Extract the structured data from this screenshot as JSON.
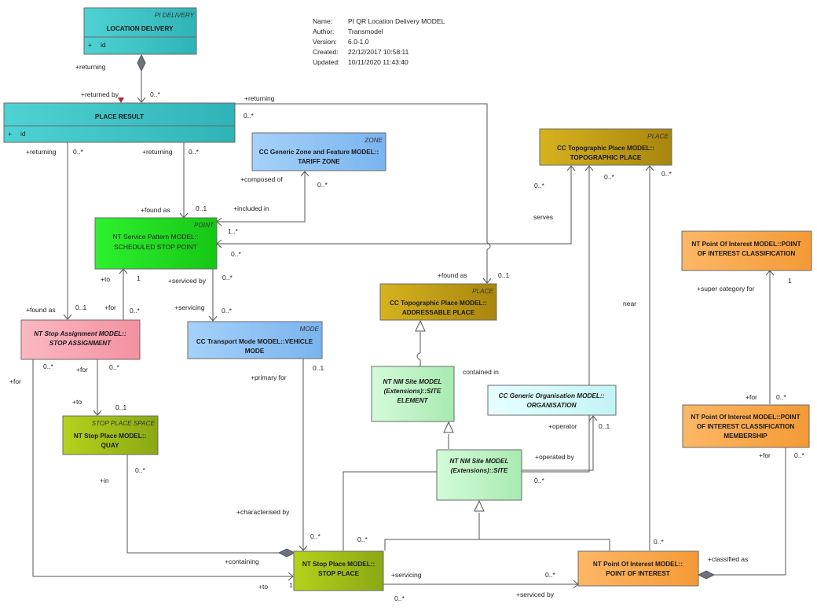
{
  "info": {
    "name_label": "Name:",
    "name": "PI QR Location Delivery MODEL",
    "author_label": "Author:",
    "author": "Transmodel",
    "version_label": "Version:",
    "version": "6.0-1.0",
    "created_label": "Created:",
    "created": "22/12/2017 10:58:11",
    "updated_label": "Updated:",
    "updated": "10/11/2020 11:43:40"
  },
  "colors": {
    "teal": "#3cc7c9",
    "blue": "#8fc3f7",
    "gold": "#c9a418",
    "green": "#1fe01f",
    "pink": "#f7a7b3",
    "olive": "#a7c21a",
    "lightgreen": "#c3f5c9",
    "lightcyan": "#d8fbfb",
    "orange": "#fbab52"
  },
  "classes": {
    "location_delivery": {
      "stereotype": "PI DELIVERY",
      "name": "LOCATION DELIVERY",
      "attr_vis": "+",
      "attr": "id"
    },
    "place_result": {
      "name": "PLACE RESULT",
      "attr_vis": "+",
      "attr": "id"
    },
    "tariff_zone": {
      "stereotype": "ZONE",
      "name1": "CC Generic Zone and Feature MODEL::",
      "name2": "TARIFF ZONE"
    },
    "topographic_place": {
      "stereotype": "PLACE",
      "name1": "CC Topographic Place MODEL::",
      "name2": "TOPOGRAPHIC PLACE"
    },
    "scheduled_stop_point": {
      "stereotype": "POINT",
      "name1": "NT Service Pattern MODEL::",
      "name2": "SCHEDULED STOP POINT"
    },
    "poi_classification": {
      "name1": "NT Point Of Interest MODEL::POINT",
      "name2": "OF INTEREST CLASSIFICATION"
    },
    "addressable_place": {
      "stereotype": "PLACE",
      "name1": "CC Topographic Place MODEL::",
      "name2": "ADDRESSABLE PLACE"
    },
    "stop_assignment": {
      "name1": "NT Stop Assignment MODEL::",
      "name2": "STOP ASSIGNMENT"
    },
    "vehicle_mode": {
      "stereotype": "MODE",
      "name1": "CC Transport Mode MODEL::VEHICLE",
      "name2": "MODE"
    },
    "site_element": {
      "name1": "NT NM Site MODEL",
      "name2": "(Extensions)::SITE",
      "name3": "ELEMENT"
    },
    "organisation": {
      "name1": "CC Generic Organisation MODEL::",
      "name2": "ORGANISATION"
    },
    "quay": {
      "stereotype": "STOP PLACE SPACE",
      "name1": "NT Stop Place MODEL::",
      "name2": "QUAY"
    },
    "site": {
      "name1": "NT NM Site MODEL",
      "name2": "(Extensions)::SITE"
    },
    "poi_classification_membership": {
      "name1": "NT Point Of Interest MODEL::POINT",
      "name2": "OF INTEREST CLASSIFICATION",
      "name3": "MEMBERSHIP"
    },
    "stop_place": {
      "name1": "NT Stop Place MODEL::",
      "name2": "STOP PLACE"
    },
    "point_of_interest": {
      "name1": "NT Point Of Interest MODEL::",
      "name2": "POINT OF INTEREST"
    }
  },
  "labels": {
    "ld_returning": "+returning",
    "pr_returned_by": "+returned by",
    "pr_mult": "0..*",
    "pr_returning_right": "+returning",
    "pr_returning_right_mult": "0..*",
    "pr_returning_left": "+returning",
    "pr_returning_left_mult": "0..*",
    "pr_returning_mid": "+returning",
    "pr_returning_mid_mult": "0..*",
    "composed_of": "+composed of",
    "tz_mult": "0..*",
    "included_in": "+included in",
    "ssp_mult_1": "1..*",
    "ssp_found_as": "+found as",
    "ssp_found_as_mult": "0..1",
    "ssp_serves_mult": "0..*",
    "tp_serves_mult": "0..*",
    "serves": "serves",
    "tp_mult_2": "0..*",
    "tp_mult_3": "0..*",
    "ssp_to": "+to",
    "ssp_to_mult": "1",
    "ssp_serviced_by": "+serviced by",
    "ssp_serviced_by_mult": "0..*",
    "sa_found_as": "+found as",
    "sa_found_as_mult": "0..1",
    "sa_for": "+for",
    "sa_for_mult": "0..*",
    "vm_servicing": "+servicing",
    "vm_servicing_mult": "0..*",
    "ap_found_as": "+found as",
    "ap_found_as_mult": "0..1",
    "poic_super": "+super category for",
    "poic_mult": "1",
    "near": "near",
    "contained_in": "contained in",
    "sa_left_for": "+for",
    "sa_left_for_mult": "0..*",
    "sa_for2": "+for",
    "sa_for2_mult": "0..*",
    "quay_to": "+to",
    "quay_to_mult": "0..1",
    "primary_for": "+primary for",
    "vm_mult": "0..1",
    "operator": "+operator",
    "org_mult": "0..1",
    "operated_by": "+operated by",
    "site_mult": "0..*",
    "poicm_for": "+for",
    "poicm_for_mult": "0..*",
    "poicm_for2": "+for",
    "poicm_for2_mult": "0..*",
    "quay_in": "+in",
    "quay_in_mult": "0..*",
    "characterised_by": "+characterised by",
    "sp_mult_a": "0..*",
    "sp_mult_b": "0..*",
    "containing": "+containing",
    "to_bottom": "+to",
    "to_bottom_mult": "1",
    "servicing": "+servicing",
    "poi_servicing_mult": "0..*",
    "serviced_by": "+serviced by",
    "sp_bottom_mult": "0..*",
    "poi_mult_top": "0..*",
    "classified_as": "+classified as"
  }
}
